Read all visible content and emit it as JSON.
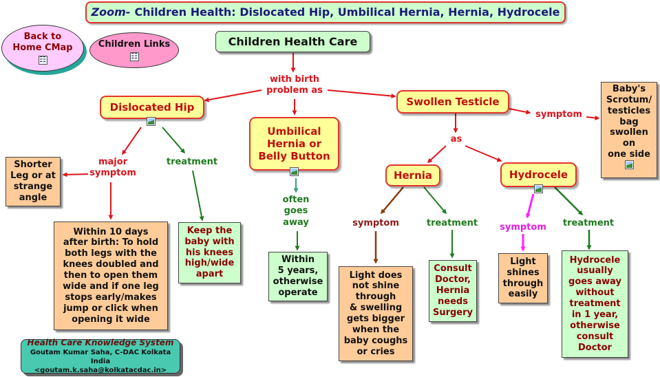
{
  "title": {
    "prefix": "Zoom-",
    "text": "Children Health: Dislocated Hip, Umbilical Hernia, Hernia, Hydrocele"
  },
  "nav": {
    "back_home": "Back to\nHome CMap",
    "children_links": "Children Links"
  },
  "root": "Children Health Care",
  "link_birth": "with birth\nproblem as",
  "dislocated_hip": {
    "label": "Dislocated Hip",
    "major_symptom": "major\nsymptom",
    "treatment": "treatment",
    "shorter_leg": "Shorter\nLeg or at\nstrange\nangle",
    "within10": "Within 10 days\nafter birth: To hold\nboth legs with the\nknees doubled and\nthen to open them\nwide and if one leg\nstops early/makes\njump or click when\nopening it wide",
    "keep_baby": "Keep the\nbaby with\nhis knees\nhigh/wide\napart"
  },
  "umbilical": {
    "label": "Umbilical\nHernia or\nBelly Button",
    "often": "often\ngoes\naway",
    "within5": "Within\n5 years,\notherwise\noperate"
  },
  "swollen": {
    "label": "Swollen Testicle",
    "symptom": "symptom",
    "scrotum": "Baby's\nScrotum/\ntesticles\nbag\nswollen\non\none side",
    "as": "as"
  },
  "hernia": {
    "label": "Hernia",
    "symptom": "symptom",
    "treatment": "treatment",
    "light_not": "Light does\nnot shine\nthrough\n& swelling\ngets bigger\nwhen the\nbaby coughs\nor cries",
    "consult": "Consult\nDoctor,\nHernia\nneeds\nSurgery"
  },
  "hydrocele": {
    "label": "Hydrocele",
    "symptom": "symptom",
    "treatment": "treatment",
    "light_shines": "Light\nshines\nthrough\neasily",
    "usually": "Hydrocele\nusually\ngoes away\nwithout\ntreatment\nin 1 year,\notherwise\nconsult\nDoctor"
  },
  "footer": {
    "system": "Health Care Knowledge System",
    "author": "Goutam Kumar Saha, C-DAC Kolkata India",
    "email": "<goutam.k.saha@kolkatacdac.in>"
  },
  "colors": {
    "red_link": "#e0141b",
    "green_link": "#1f7a1f",
    "maroon_link": "#8b3a0a",
    "magenta_link": "#ff22ff",
    "teal_link": "#3aa07a"
  },
  "icons": [
    "image-icon",
    "concept-map-icon"
  ]
}
